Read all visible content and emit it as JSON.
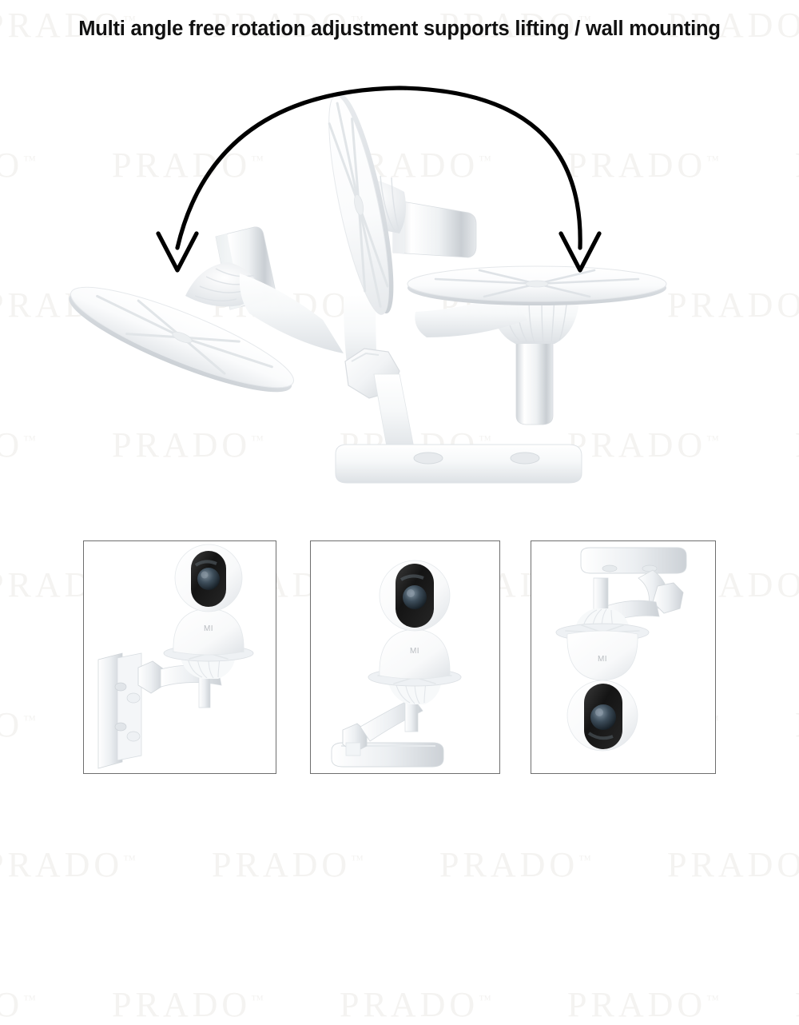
{
  "page": {
    "background_color": "#ffffff",
    "title": "Multi angle free rotation adjustment supports lifting / wall mounting",
    "title_color": "#111111"
  },
  "watermark": {
    "text": "PRADO",
    "trademark": "™",
    "color": "#f4f3f1"
  },
  "hero": {
    "caption_alt": "camera mount shown in three rotation positions",
    "arrow": {
      "name": "rotation-arc-double-arrow",
      "color": "#000000",
      "description": "curved arc spanning left to right with downward arrowheads at both ends"
    },
    "parts": {
      "disc_left_label": "rotating mounting disc tilted left",
      "disc_center_label": "rotating mounting disc upright",
      "disc_right_label": "rotating mounting disc horizontal",
      "knob_label": "hex adjustment knob",
      "base_label": "wall base plate",
      "base_screw_holes": 2
    },
    "product_color": "#ffffff",
    "shade_color": "#e3e6e9"
  },
  "thumbnails": [
    {
      "id": "wall-mount",
      "label": "wall mounted camera",
      "camera_brand_mark": "MI",
      "orientation": "upright on wall bracket"
    },
    {
      "id": "desk-mount",
      "label": "desk / surface mounted camera",
      "camera_brand_mark": "MI",
      "orientation": "upright on flat base"
    },
    {
      "id": "ceiling-mount",
      "label": "ceiling mounted camera",
      "camera_brand_mark": "MI",
      "orientation": "inverted hanging from ceiling bracket"
    }
  ],
  "colors": {
    "panel_border": "#6e6e6e",
    "camera_body": "#ffffff",
    "camera_lens_housing": "#1d1d1d",
    "camera_lens_glass": "#3a4a58",
    "metal": "#d8dce0",
    "logo_gray": "#b9bdc1"
  }
}
